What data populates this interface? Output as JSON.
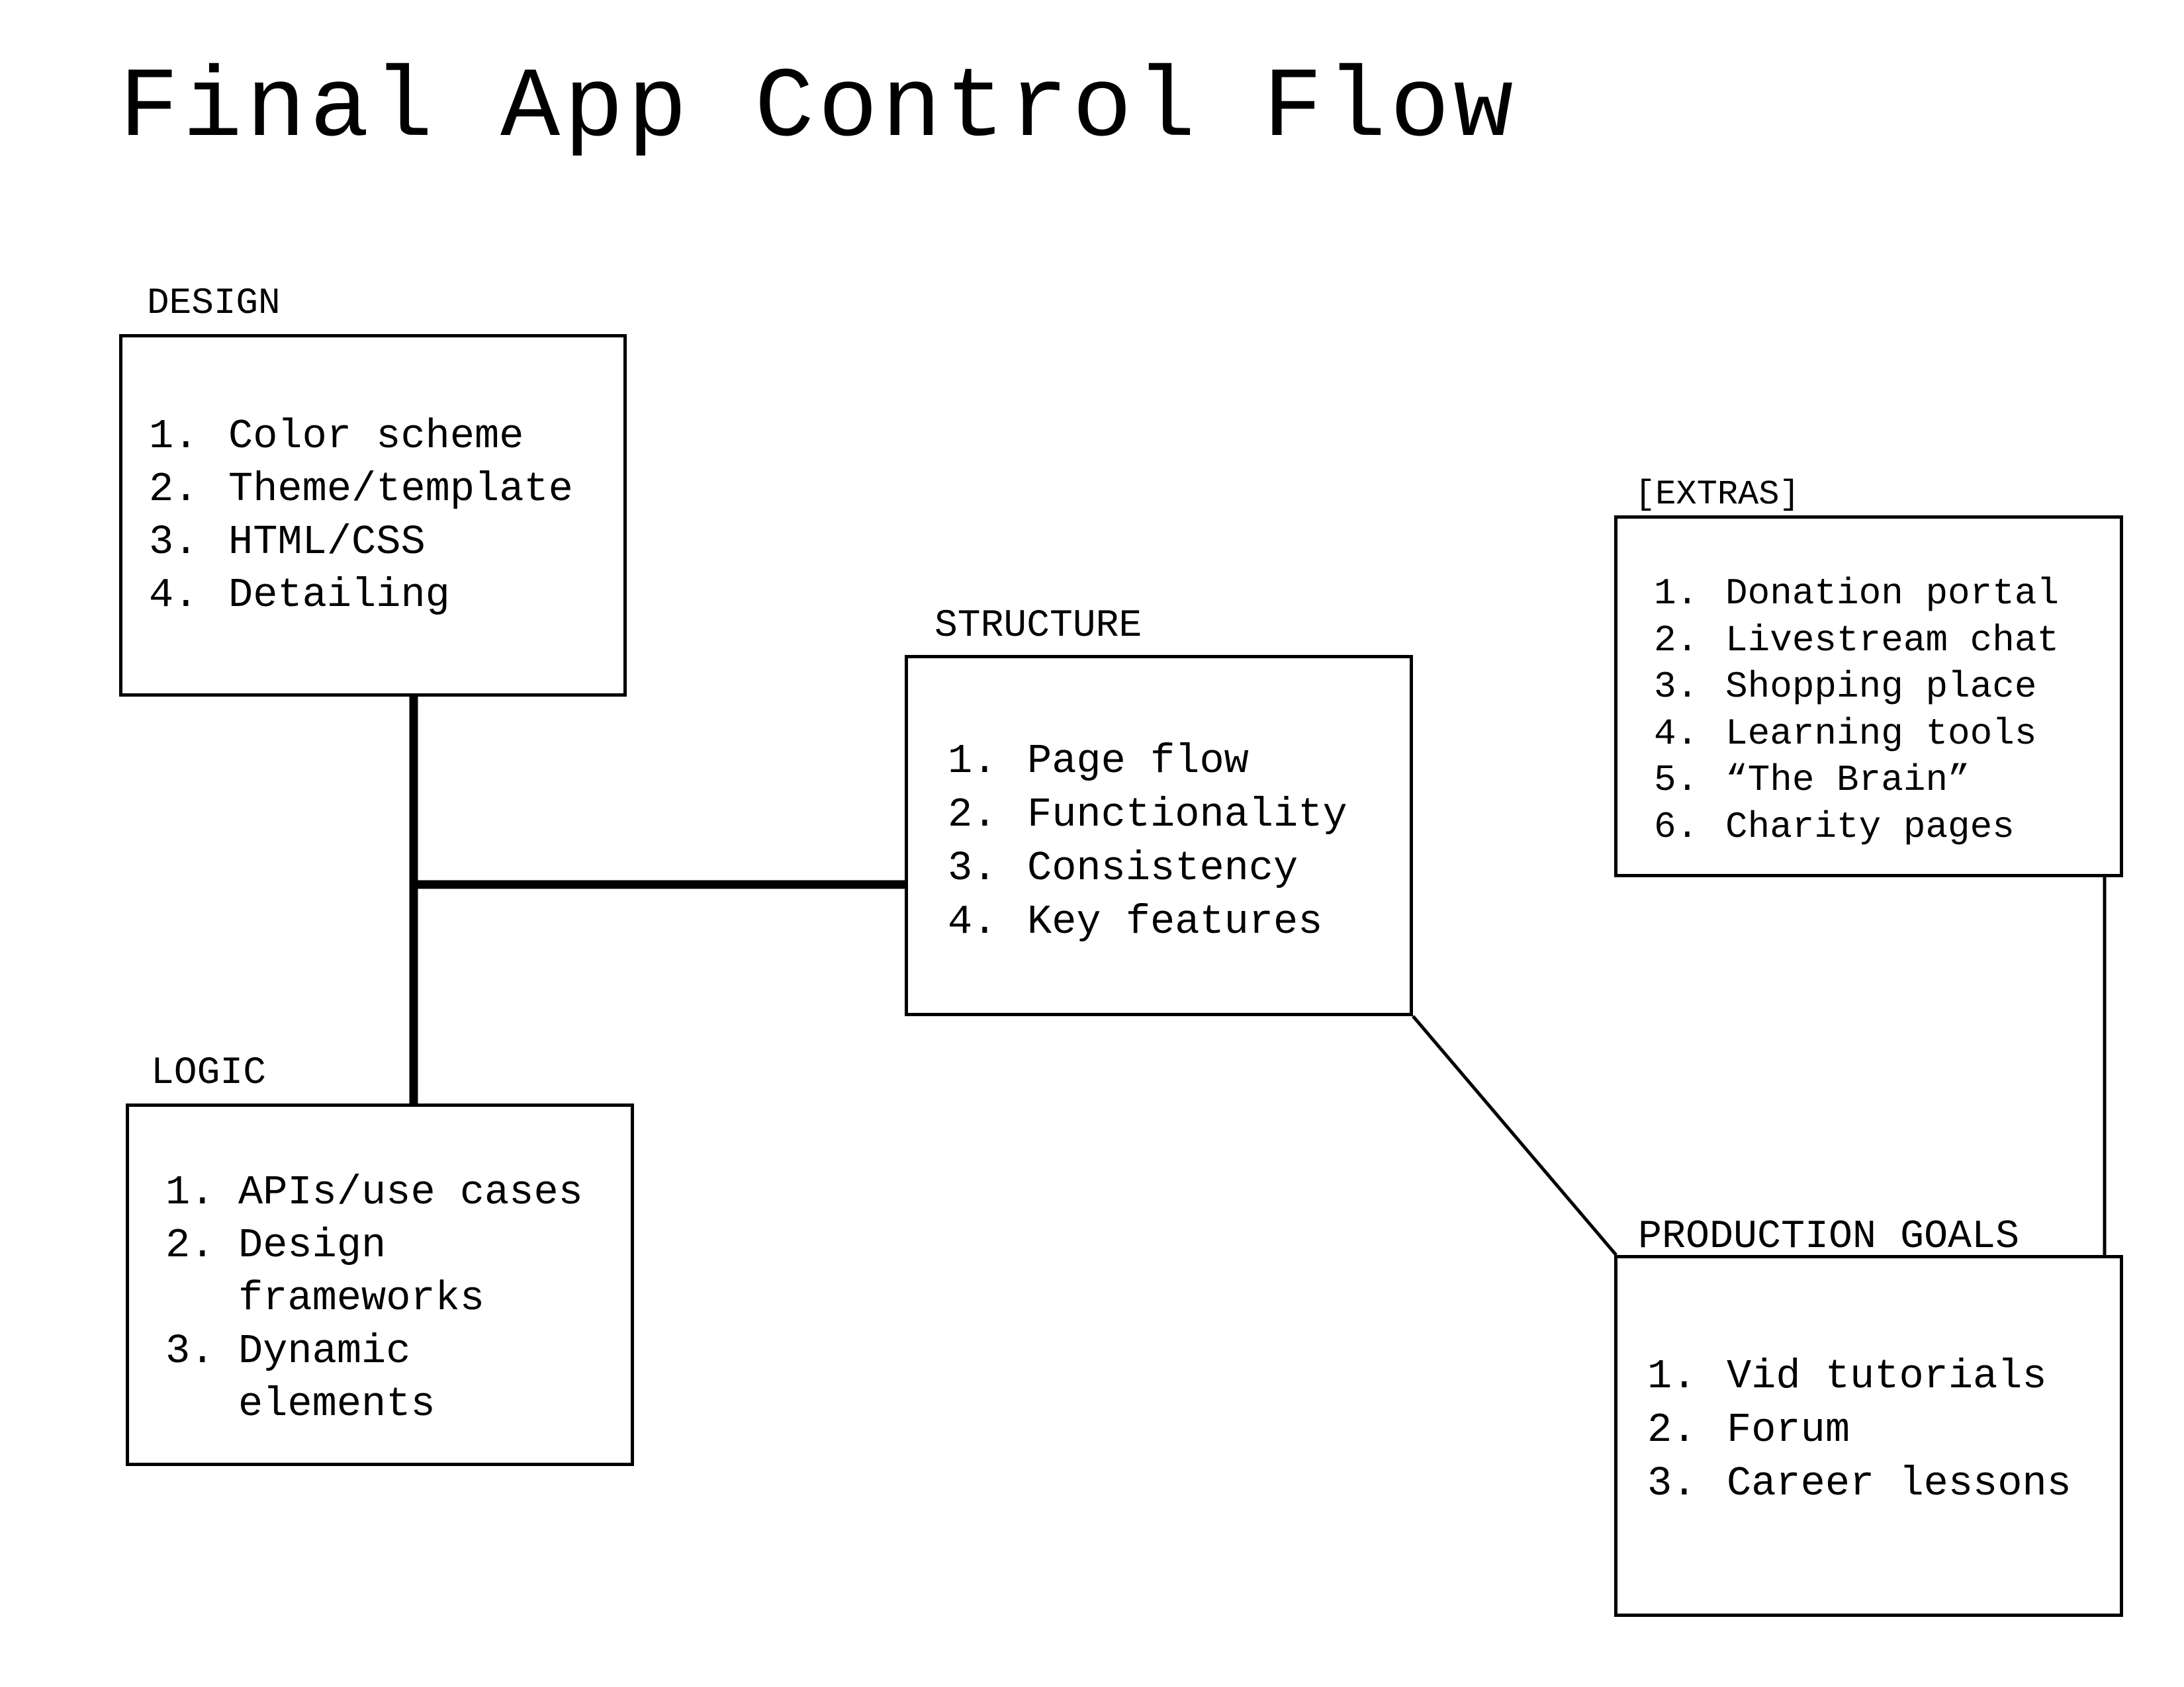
{
  "title": "Final App Control Flow",
  "design": {
    "label": "DESIGN",
    "items": [
      {
        "num": "1.",
        "text": "Color scheme"
      },
      {
        "num": "2.",
        "text": "Theme/template"
      },
      {
        "num": "3.",
        "text": "HTML/CSS"
      },
      {
        "num": "4.",
        "text": "Detailing"
      }
    ]
  },
  "structure": {
    "label": "STRUCTURE",
    "items": [
      {
        "num": "1.",
        "text": "Page flow"
      },
      {
        "num": "2.",
        "text": "Functionality"
      },
      {
        "num": "3.",
        "text": "Consistency"
      },
      {
        "num": "4.",
        "text": "Key features"
      }
    ]
  },
  "logic": {
    "label": "LOGIC",
    "items": [
      {
        "num": "1.",
        "text": "APIs/use cases"
      },
      {
        "num": "2.",
        "text": "Design\nframeworks"
      },
      {
        "num": "3.",
        "text": "Dynamic\nelements"
      }
    ]
  },
  "extras": {
    "label": "[EXTRAS]",
    "items": [
      {
        "num": "1.",
        "text": "Donation portal"
      },
      {
        "num": "2.",
        "text": "Livestream chat"
      },
      {
        "num": "3.",
        "text": "Shopping place"
      },
      {
        "num": "4.",
        "text": "Learning tools"
      },
      {
        "num": "5.",
        "text": "“The Brain”"
      },
      {
        "num": "6.",
        "text": "Charity pages"
      }
    ]
  },
  "production_goals": {
    "label": "PRODUCTION GOALS",
    "items": [
      {
        "num": "1.",
        "text": "Vid tutorials"
      },
      {
        "num": "2.",
        "text": "Forum"
      },
      {
        "num": "3.",
        "text": "Career lessons"
      }
    ]
  }
}
